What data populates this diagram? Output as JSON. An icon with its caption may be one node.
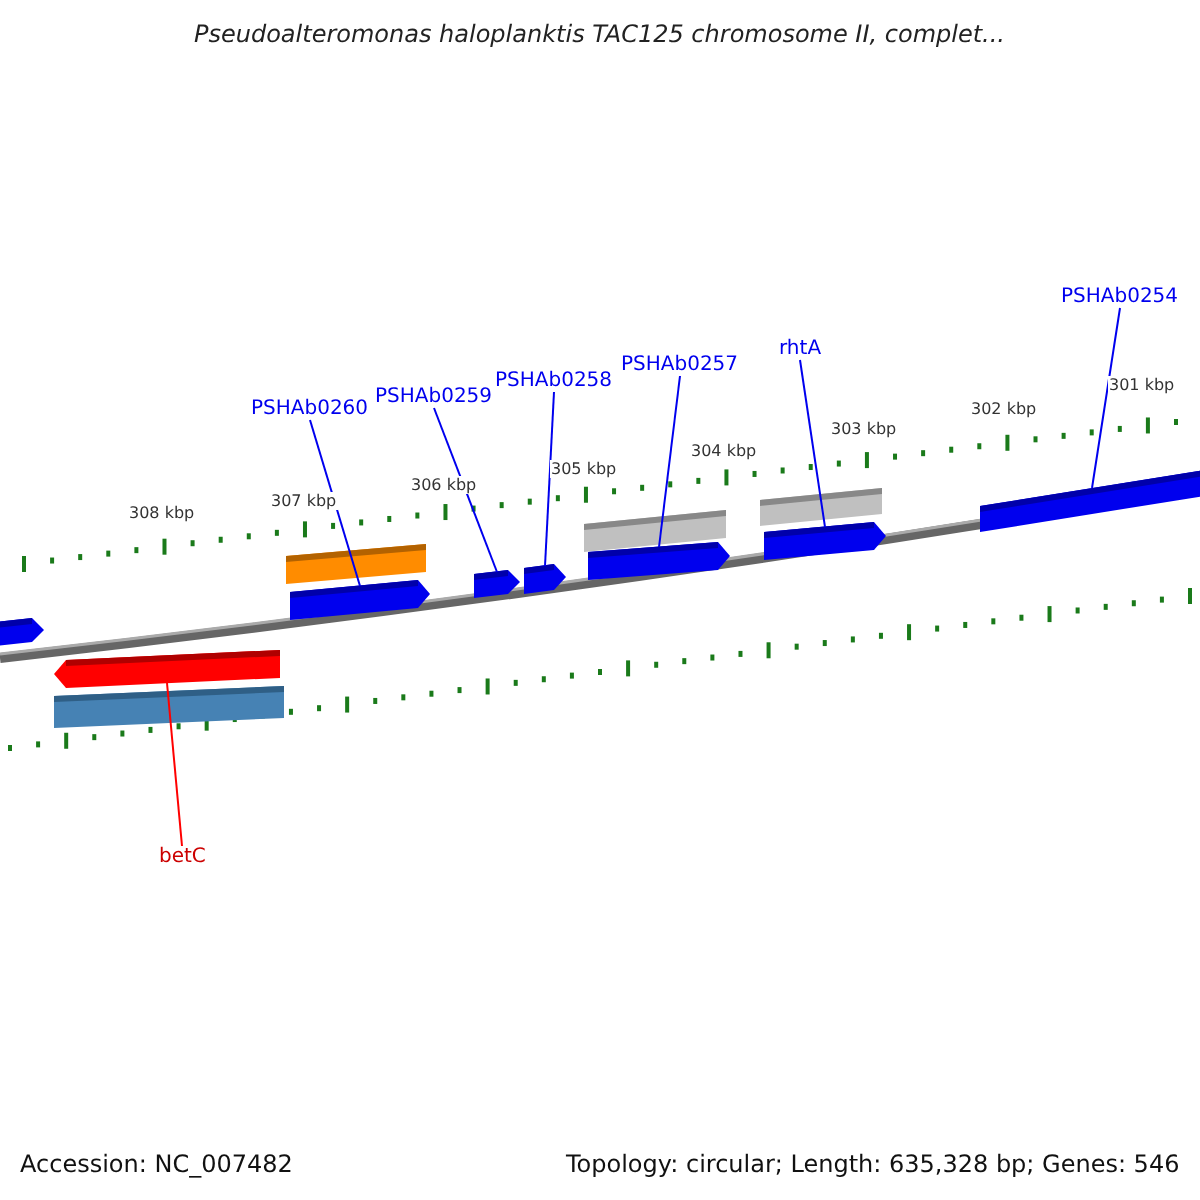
{
  "diagram": {
    "title": "Pseudoalteromonas haloplanktis TAC125 chromosome II, complet...",
    "nodes": [
      {
        "text": [
          "PSHAb0260"
        ]
      },
      {
        "text": [
          "PSHAb0259"
        ]
      },
      {
        "text": [
          "PSHAb0258"
        ]
      },
      {
        "text": [
          "PSHAb0257"
        ]
      },
      {
        "text": [
          "rhtA"
        ]
      },
      {
        "text": [
          "PSHAb0254"
        ]
      },
      {
        "text": [
          "betC"
        ]
      },
      {
        "text": [],
        "shape": "bar"
      },
      {
        "text": [],
        "shape": "bar"
      },
      {
        "text": [],
        "shape": "bar"
      },
      {
        "text": [],
        "shape": "bar"
      },
      {
        "text": [],
        "shape": "bar"
      },
      {
        "text": [],
        "shape": "bar"
      },
      {
        "text": [],
        "shape": "bar"
      },
      {
        "text": [],
        "shape": "bar"
      },
      {
        "text": [],
        "shape": "bar"
      },
      {
        "text": [],
        "shape": "bar"
      },
      {
        "text": [],
        "shape": "bar"
      },
      {
        "text": [],
        "shape": "bar"
      }
    ],
    "edges": [
      {
        "from": 0,
        "to": 11,
        "arrow": "none"
      },
      {
        "from": 1,
        "to": 12,
        "arrow": "none"
      },
      {
        "from": 2,
        "to": 13,
        "arrow": "none"
      },
      {
        "from": 3,
        "to": 15,
        "arrow": "none"
      },
      {
        "from": 4,
        "to": 17,
        "arrow": "none"
      },
      {
        "from": 5,
        "to": 18,
        "arrow": "none"
      },
      {
        "from": 6,
        "to": 8,
        "arrow": "none",
        "color": "#ff0000"
      }
    ],
    "labels": [
      "308 kbp",
      "307 kbp",
      "306 kbp",
      "305 kbp",
      "304 kbp",
      "303 kbp",
      "302 kbp",
      "301 kbp",
      "Accession: NC_007482",
      "Topology: circular; Length: 635,328 bp; Genes: 546"
    ]
  }
}
